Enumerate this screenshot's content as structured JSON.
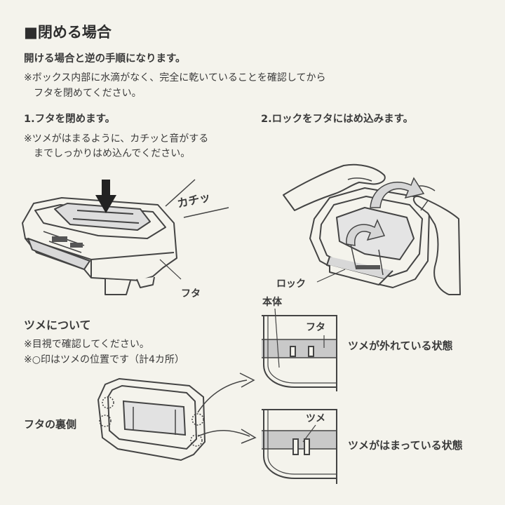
{
  "heading": "■閉める場合",
  "lead": "開ける場合と逆の手順になります。",
  "note": [
    "※ボックス内部に水滴がなく、完全に乾いていることを確認してから",
    "フタを閉めてください。"
  ],
  "step1": {
    "title": "1.フタを閉めます。",
    "note": [
      "※ツメがはまるように、カチッと音がする",
      "までしっかりはめ込んでください。"
    ],
    "sound": "カチッ",
    "lid_label": "フタ"
  },
  "step2": {
    "title": "2.ロックをフタにはめ込みます。",
    "lock_label": "ロック"
  },
  "tsume": {
    "heading": "ツメについて",
    "notes": [
      "※目視で確認してください。",
      "※○印はツメの位置です（計4カ所）"
    ],
    "lid_back_label": "フタの裏側",
    "body_label": "本体",
    "lid_label": "フタ",
    "claw_label": "ツメ",
    "state_off": "ツメが外れている状態",
    "state_on": "ツメがはまっている状態"
  },
  "colors": {
    "background": "#f4f3ec",
    "text": "#3a3a3a",
    "band": "#c9c9c9",
    "line": "#444444"
  }
}
